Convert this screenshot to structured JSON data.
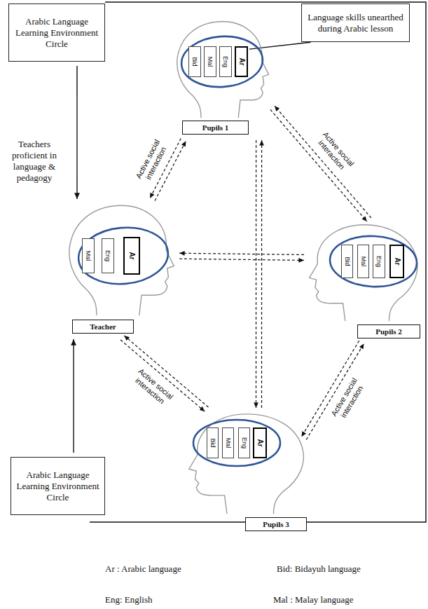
{
  "diagram": {
    "nodes": [
      {
        "text": [
          "Arabic Language Learning Environment Circle"
        ]
      },
      {
        "text": [
          "Language skills unearthed during Arabic lesson"
        ]
      },
      {
        "text": [
          "Pupils 1"
        ]
      },
      {
        "text": [
          "Bid"
        ],
        "in": 2
      },
      {
        "text": [
          "Mal"
        ],
        "in": 2
      },
      {
        "text": [
          "Eng"
        ],
        "in": 2
      },
      {
        "text": [
          "Ar"
        ],
        "in": 2
      },
      {
        "text": [
          "Teacher"
        ]
      },
      {
        "text": [
          "Mal"
        ],
        "in": 7
      },
      {
        "text": [
          "Eng"
        ],
        "in": 7
      },
      {
        "text": [
          "Ar"
        ],
        "in": 7
      },
      {
        "text": [
          "Pupils 2"
        ]
      },
      {
        "text": [
          "Bid"
        ],
        "in": 11
      },
      {
        "text": [
          "Mal"
        ],
        "in": 11
      },
      {
        "text": [
          "Eng"
        ],
        "in": 11
      },
      {
        "text": [
          "Ar"
        ],
        "in": 11
      },
      {
        "text": [
          "Pupils 3"
        ]
      },
      {
        "text": [
          "Bid"
        ],
        "in": 16
      },
      {
        "text": [
          "Mal"
        ],
        "in": 16
      },
      {
        "text": [
          "Eng"
        ],
        "in": 16
      },
      {
        "text": [
          "Ar"
        ],
        "in": 16
      },
      {
        "text": [
          "Arabic Language Learning Environment Circle"
        ]
      }
    ],
    "edges": [
      {
        "from": 0,
        "to": 7,
        "arrow": "to"
      },
      {
        "from": 21,
        "to": 7,
        "arrow": "to"
      },
      {
        "from": 1,
        "to": 6,
        "arrow": "none"
      },
      {
        "from": 7,
        "to": 2,
        "arrow": "to",
        "label": "Active social interaction"
      },
      {
        "from": 2,
        "to": 7,
        "arrow": "to"
      },
      {
        "from": 2,
        "to": 11,
        "arrow": "to",
        "label": "Active social interaction"
      },
      {
        "from": 11,
        "to": 2,
        "arrow": "to"
      },
      {
        "from": 7,
        "to": 11,
        "arrow": "to"
      },
      {
        "from": 11,
        "to": 7,
        "arrow": "to"
      },
      {
        "from": 2,
        "to": 16,
        "arrow": "to"
      },
      {
        "from": 16,
        "to": 2,
        "arrow": "to"
      },
      {
        "from": 7,
        "to": 16,
        "arrow": "to",
        "label": "Active social interaction"
      },
      {
        "from": 16,
        "to": 7,
        "arrow": "to"
      },
      {
        "from": 11,
        "to": 16,
        "arrow": "to",
        "label": "Active social interaction"
      },
      {
        "from": 16,
        "to": 11,
        "arrow": "to"
      }
    ],
    "labels": [
      "Teachers proficient in language & pedagogy",
      "Ar : Arabic language",
      "Bid: Bidayuh language",
      "Eng: English",
      "Mal : Malay language"
    ]
  }
}
